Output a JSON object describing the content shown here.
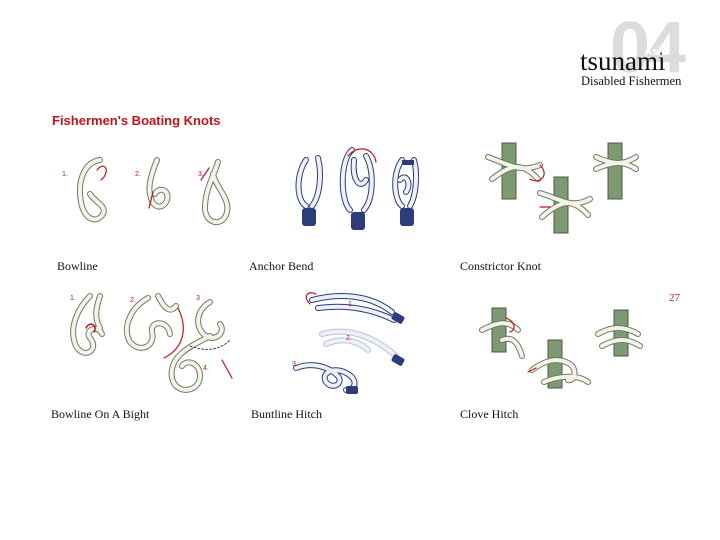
{
  "brand": {
    "name": "tsunami",
    "name_suffix": "Asia",
    "subtitle": "Disabled Fishermen",
    "section_number": "04"
  },
  "page": {
    "title": "Fishermen's Boating Knots",
    "number": "27"
  },
  "knots": [
    {
      "label": "Bowline",
      "steps": [
        "1.",
        "2.",
        "3."
      ]
    },
    {
      "label": "Anchor Bend"
    },
    {
      "label": "Constrictor Knot"
    },
    {
      "label": "Bowline On A Bight",
      "steps": [
        "1.",
        "2.",
        "3",
        "4."
      ]
    },
    {
      "label": "Buntline Hitch",
      "steps": [
        "1.",
        "2.",
        "3."
      ]
    },
    {
      "label": "Clove Hitch"
    }
  ],
  "colors": {
    "accent": "#c0141c",
    "rope_light": "#f4f3e8",
    "rope_outline": "#6e7a66",
    "rope_blue": "#2c3d7a",
    "post_green": "#7e9a72"
  }
}
